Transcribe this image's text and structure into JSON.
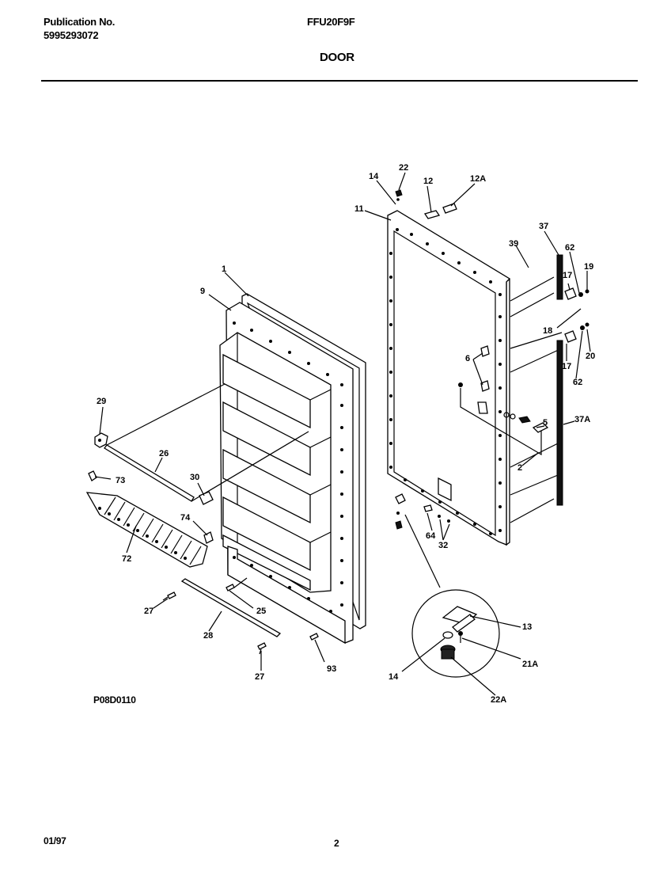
{
  "header": {
    "publication_label": "Publication No.",
    "publication_number": "5995293072",
    "model": "FFU20F9F",
    "section_title": "DOOR"
  },
  "callouts": {
    "c1": "1",
    "c9": "9",
    "c29": "29",
    "c26": "26",
    "c73": "73",
    "c30": "30",
    "c74": "74",
    "c72": "72",
    "c27a": "27",
    "c25": "25",
    "c28": "28",
    "c27b": "27",
    "c93": "93",
    "c14a": "14",
    "c22": "22",
    "c12": "12",
    "c12A": "12A",
    "c11": "11",
    "c39": "39",
    "c37": "37",
    "c62a": "62",
    "c19": "19",
    "c17a": "17",
    "c18": "18",
    "c20": "20",
    "c17b": "17",
    "c62b": "62",
    "c6": "6",
    "c5": "5",
    "c37A": "37A",
    "c2": "2",
    "c64": "64",
    "c32": "32",
    "c13": "13",
    "c21A": "21A",
    "c14b": "14",
    "c22A": "22A"
  },
  "footer": {
    "drawing_code": "P08D0110",
    "date_code": "01/97",
    "page_number": "2"
  }
}
